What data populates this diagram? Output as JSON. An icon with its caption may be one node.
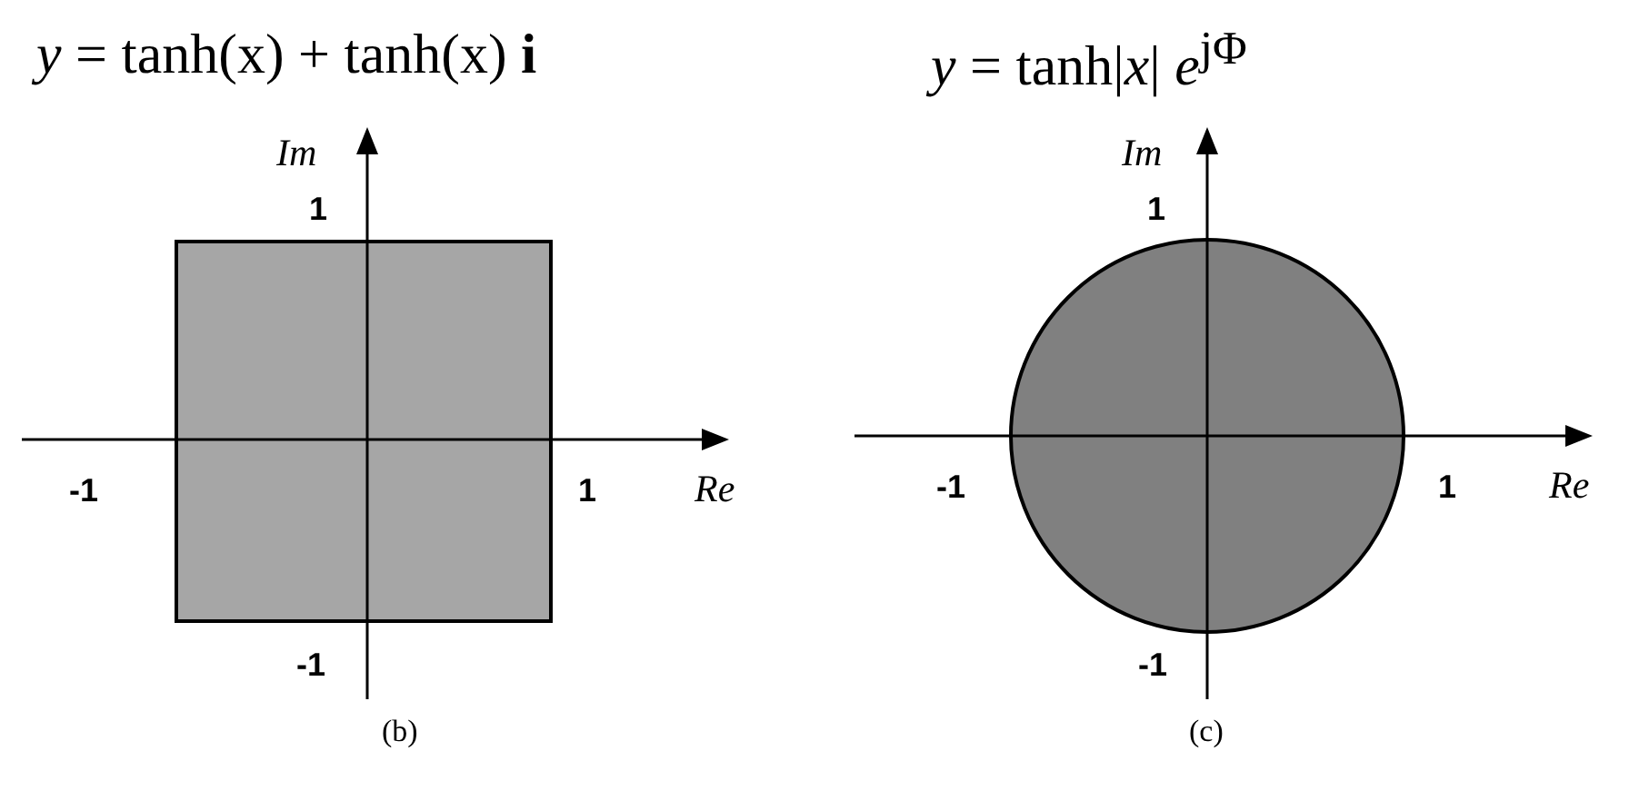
{
  "diagram": {
    "nodes": [
      {
        "text": [],
        "shape": "box"
      },
      {
        "text": [],
        "shape": "circle"
      }
    ],
    "labels": [
      "*y* = tanh(x) + tanh(x) **i**",
      "*y* = tanh|*x*| *e*$^{jΦ}$",
      "Im",
      "Im",
      "1",
      "1",
      "-1",
      "1",
      "Re",
      "-1",
      "1",
      "Re",
      "-1",
      "-1",
      "(b)",
      "(c)"
    ]
  }
}
